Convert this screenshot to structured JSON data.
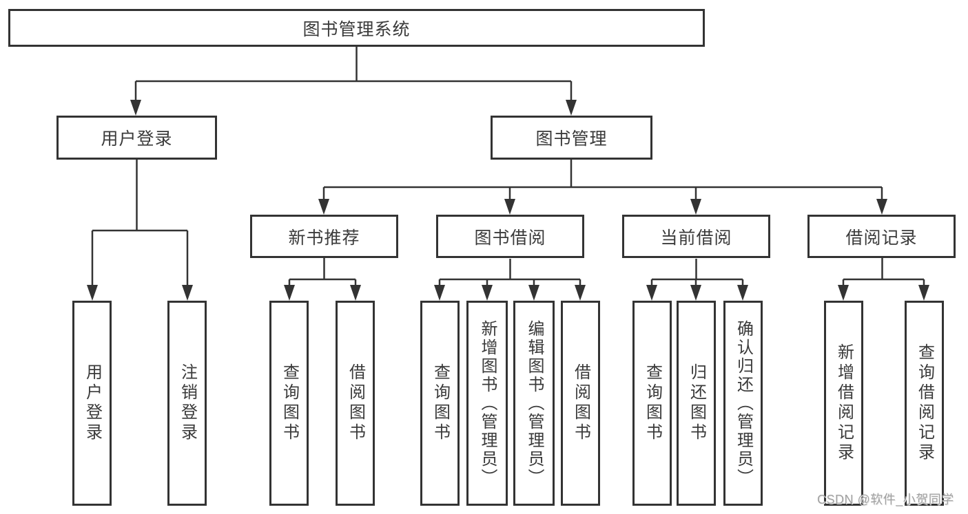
{
  "diagram": {
    "title": "图书管理系统",
    "type": "hierarchy-tree",
    "root": {
      "label": "图书管理系统"
    },
    "level1": [
      {
        "label": "用户登录"
      },
      {
        "label": "图书管理"
      }
    ],
    "level2": [
      {
        "label": "新书推荐",
        "parent": "图书管理"
      },
      {
        "label": "图书借阅",
        "parent": "图书管理"
      },
      {
        "label": "当前借阅",
        "parent": "图书管理"
      },
      {
        "label": "借阅记录",
        "parent": "图书管理"
      }
    ],
    "leaves": [
      {
        "label": "用户登录",
        "parent": "用户登录"
      },
      {
        "label": "注销登录",
        "parent": "用户登录"
      },
      {
        "label": "查询图书",
        "parent": "新书推荐"
      },
      {
        "label": "借阅图书",
        "parent": "新书推荐"
      },
      {
        "label": "查询图书",
        "parent": "图书借阅"
      },
      {
        "label": "新增图书（管理员）",
        "parent": "图书借阅"
      },
      {
        "label": "编辑图书（管理员）",
        "parent": "图书借阅"
      },
      {
        "label": "借阅图书",
        "parent": "图书借阅"
      },
      {
        "label": "查询图书",
        "parent": "当前借阅"
      },
      {
        "label": "归还图书",
        "parent": "当前借阅"
      },
      {
        "label": "确认归还（管理员）",
        "parent": "当前借阅"
      },
      {
        "label": "新增借阅记录",
        "parent": "借阅记录"
      },
      {
        "label": "查询借阅记录",
        "parent": "借阅记录"
      }
    ],
    "watermark": "CSDN @软件_小贺同学",
    "colors": {
      "line": "#333333",
      "box_border": "#333333",
      "box_fill": "#ffffff",
      "text": "#3a3a3a",
      "watermark": "#a2a2a2",
      "background": "#ffffff"
    }
  }
}
